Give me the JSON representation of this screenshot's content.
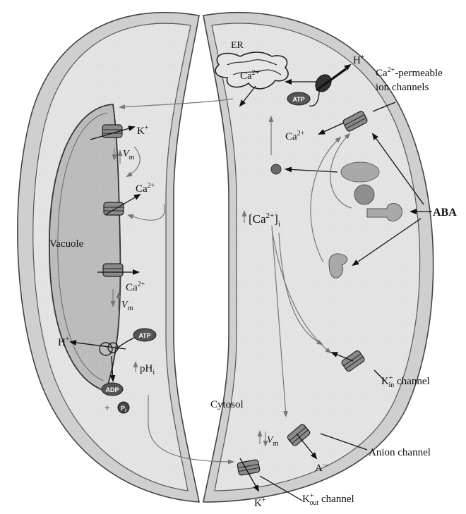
{
  "labels": {
    "er": "ER",
    "er_ca": "Ca",
    "er_ca_sup": "2+",
    "h_plus_top": "H",
    "h_plus_top_sup": "+",
    "atp_top": "ATP",
    "ca_top": "Ca",
    "ca_top_sup": "2+",
    "ca_channels_line1_a": "Ca",
    "ca_channels_line1_sup": "2+",
    "ca_channels_line1_b": "-permeable",
    "ca_channels_line2": "ion channels",
    "aba": "ABA",
    "vac_k": "K",
    "vac_k_sup": "+",
    "vm_1": "V",
    "vm_1_sub": "m",
    "vac_ca1": "Ca",
    "vac_ca1_sup": "2+",
    "vacuole": "Vacuole",
    "vac_ca2": "Ca",
    "vac_ca2_sup": "2+",
    "vm_2": "V",
    "vm_2_sub": "m",
    "atp_vac": "ATP",
    "h_plus_vac": "H",
    "h_plus_vac_sup": "+",
    "adp": "ADP",
    "pi_plus": "+",
    "pi": "P",
    "pi_sub": "i",
    "ph": "pH",
    "ph_sub": "i",
    "ca_i_a": "[Ca",
    "ca_i_sup": "2+",
    "ca_i_b": "]",
    "ca_i_sub": "i",
    "kin_channel_a": "K",
    "kin_channel_sup": "+",
    "kin_channel_sub": "in",
    "kin_channel_b": " channel",
    "cytosol": "Cytosol",
    "vm_3": "V",
    "vm_3_sub": "m",
    "anion_channel": "Anion channel",
    "a_minus": "A",
    "a_minus_sup": "—",
    "k_bottom": "K",
    "k_bottom_sup": "+",
    "kout_channel_a": "K",
    "kout_channel_sup": "+",
    "kout_channel_sub": "out",
    "kout_channel_b": " channel"
  },
  "colors": {
    "cell_wall": "#cfcfcf",
    "cytosol": "#e4e4e4",
    "vacuole": "#bdbdbd",
    "receptor": "#a9a9a9",
    "signal_dot": "#6a6a6a"
  }
}
